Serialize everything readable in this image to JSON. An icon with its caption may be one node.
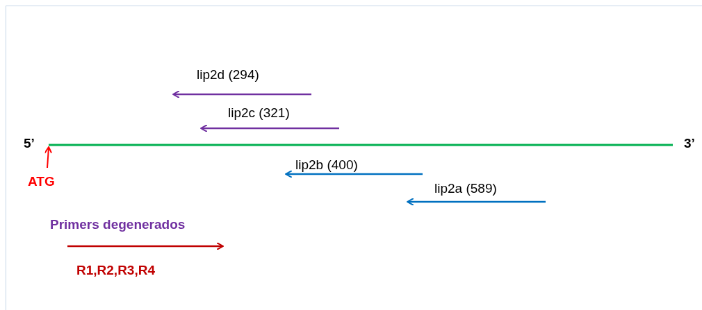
{
  "diagram": {
    "labels": [
      "lip2d (294)",
      "lip2c (321)",
      "5’",
      "3’",
      "lip2b (400)",
      "lip2a (589)",
      "ATG",
      "Primers degenerados",
      "R1,R2,R3,R4"
    ]
  }
}
